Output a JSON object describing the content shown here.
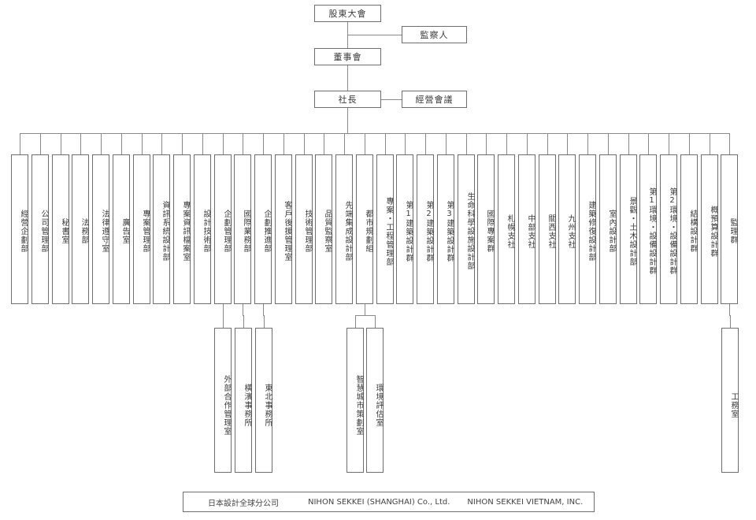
{
  "top": {
    "shareholders": "股東大會",
    "auditor": "監察人",
    "board": "董事會",
    "president": "社長",
    "management_council": "經營會議"
  },
  "departments": [
    {
      "label": "經營企劃部"
    },
    {
      "label": "公司管理部"
    },
    {
      "label": "秘書室"
    },
    {
      "label": "法務部"
    },
    {
      "label": "法律遵守室"
    },
    {
      "label": "廣告室"
    },
    {
      "label": "專案管理部"
    },
    {
      "label": "資訊系統設計部"
    },
    {
      "label": "專案資訊檔案室"
    },
    {
      "label": "設計技術部"
    },
    {
      "label": "企劃管理部",
      "subs": [
        "外部合作管理室"
      ]
    },
    {
      "label": "國際業務部",
      "subs": [
        "橫濱事務所"
      ]
    },
    {
      "label": "企劃推進部",
      "subs": [
        "東北事務所"
      ]
    },
    {
      "label": "客戶後援管理室"
    },
    {
      "label": "技術管理部"
    },
    {
      "label": "品質監察室"
    },
    {
      "label": "先端集成設計部"
    },
    {
      "label": "都市規劃組",
      "subs": [
        "智慧城市策劃室",
        "環境評估室"
      ]
    },
    {
      "label": "專案・工程管理部"
    },
    {
      "label": "第1建築設計群"
    },
    {
      "label": "第2建築設計群"
    },
    {
      "label": "第3建築設計群"
    },
    {
      "label": "生命科學設施設計部"
    },
    {
      "label": "國際專案群"
    },
    {
      "label": "札幌支社"
    },
    {
      "label": "中部支社"
    },
    {
      "label": "關西支社"
    },
    {
      "label": "九州支社"
    },
    {
      "label": "建築修復設計部"
    },
    {
      "label": "室內設計部"
    },
    {
      "label": "景觀・土木設計部"
    },
    {
      "label": "第1環境・設備設計群"
    },
    {
      "label": "第2環境・設備設計群"
    },
    {
      "label": "結構設計群"
    },
    {
      "label": "概預算設計群"
    },
    {
      "label": "監理群",
      "subs": [
        "工務室"
      ]
    }
  ],
  "footer": {
    "item1": "日本設計全球分公司",
    "item2": "NIHON SEKKEI (SHANGHAI) Co., Ltd.",
    "item3": "NIHON SEKKEI VIETNAM, INC."
  }
}
